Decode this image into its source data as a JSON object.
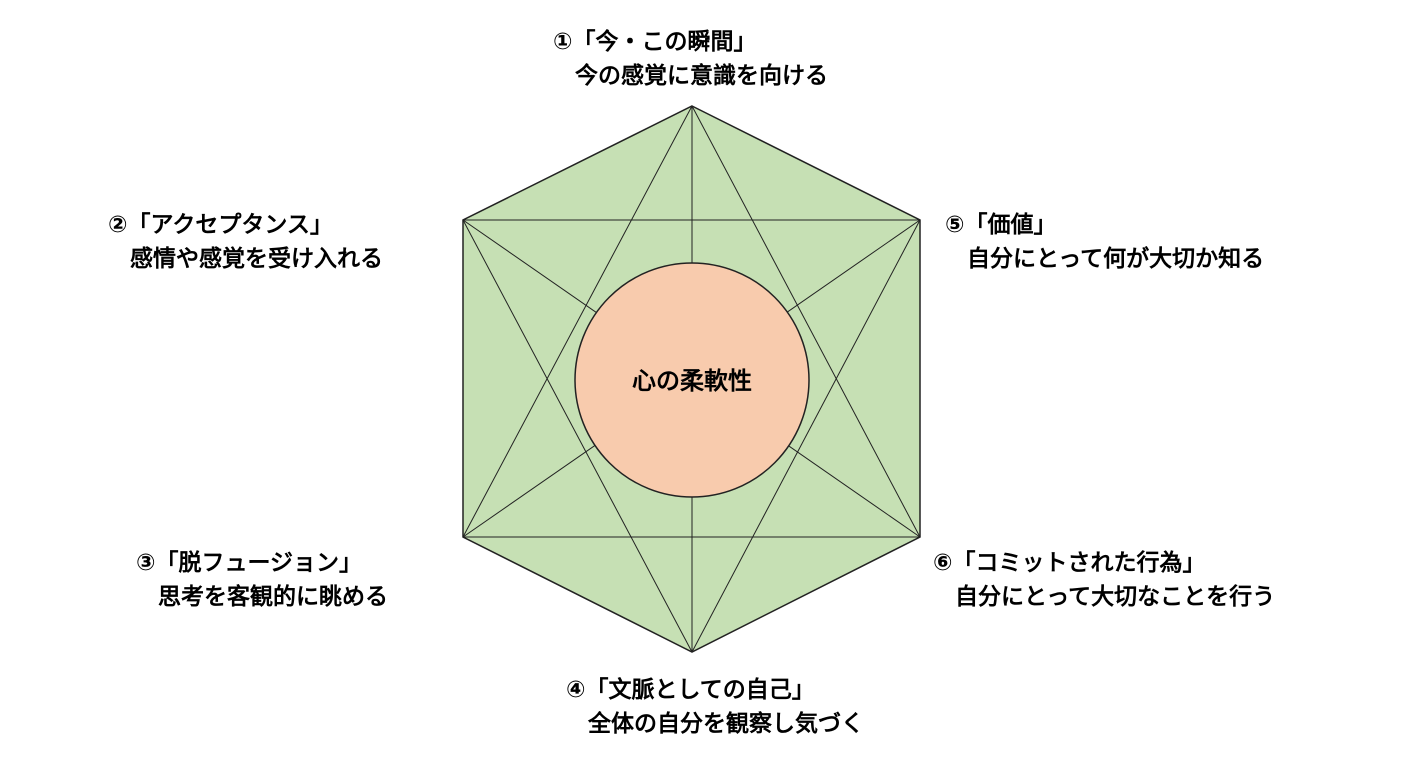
{
  "colors": {
    "hexagon_fill": "#c6e0b4",
    "circle_fill": "#f8cbad",
    "stroke": "#222222"
  },
  "center": {
    "label": "心の柔軟性"
  },
  "labels": [
    {
      "title": "①「今・この瞬間」",
      "description": "今の感覚に意識を向ける"
    },
    {
      "title": "②「アクセプタンス」",
      "description": "感情や感覚を受け入れる"
    },
    {
      "title": "③「脱フュージョン」",
      "description": "思考を客観的に眺める"
    },
    {
      "title": "④「文脈としての自己」",
      "description": "全体の自分を観察し気づく"
    },
    {
      "title": "⑤「価値」",
      "description": "自分にとって何が大切か知る"
    },
    {
      "title": "⑥「コミットされた行為」",
      "description": "自分にとって大切なことを行う"
    }
  ]
}
